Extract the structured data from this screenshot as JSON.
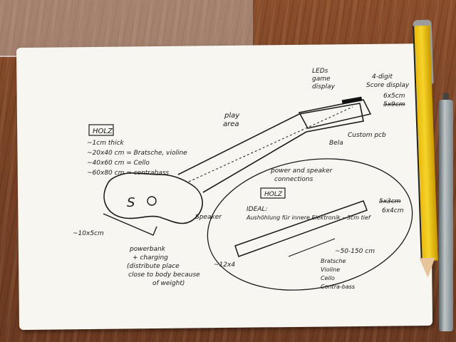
{
  "notes": {
    "leds": "LEDs",
    "game": "game",
    "display": "display",
    "score1": "4-digit",
    "score2": "Score display",
    "size_a": "6x5cm",
    "size_b": "5x9cm",
    "play1": "play",
    "play2": "area",
    "custom_pcb": "Custom pcb",
    "bela": "Bela",
    "holz": "HOLZ",
    "thick": "~1cm thick",
    "dim1": "~20x40 cm = Bratsche, violine",
    "dim2": "~40x60 cm = Cello",
    "dim3": "~60x80 cm = contrabass",
    "power1": "power and speaker",
    "power2": "connections",
    "holz2": "HOLZ",
    "ideal1": "IDEAL:",
    "ideal2": "Aushöhlung für innere Elektronik ~3cm tief",
    "size_c": "5x3cm",
    "size_d": "6x4cm",
    "speaker": "Speaker",
    "base": "~10x5cm",
    "pb1": "powerbank",
    "pb2": "+ charging",
    "pb3": "(distribute place",
    "pb4": "close to body because",
    "pb5": "of weight)",
    "length": "~50-150 cm",
    "inst1": "Bratsche",
    "inst2": "Violine",
    "inst3": "Cello",
    "inst4": "Contra-bass",
    "thin": "~12x4"
  }
}
